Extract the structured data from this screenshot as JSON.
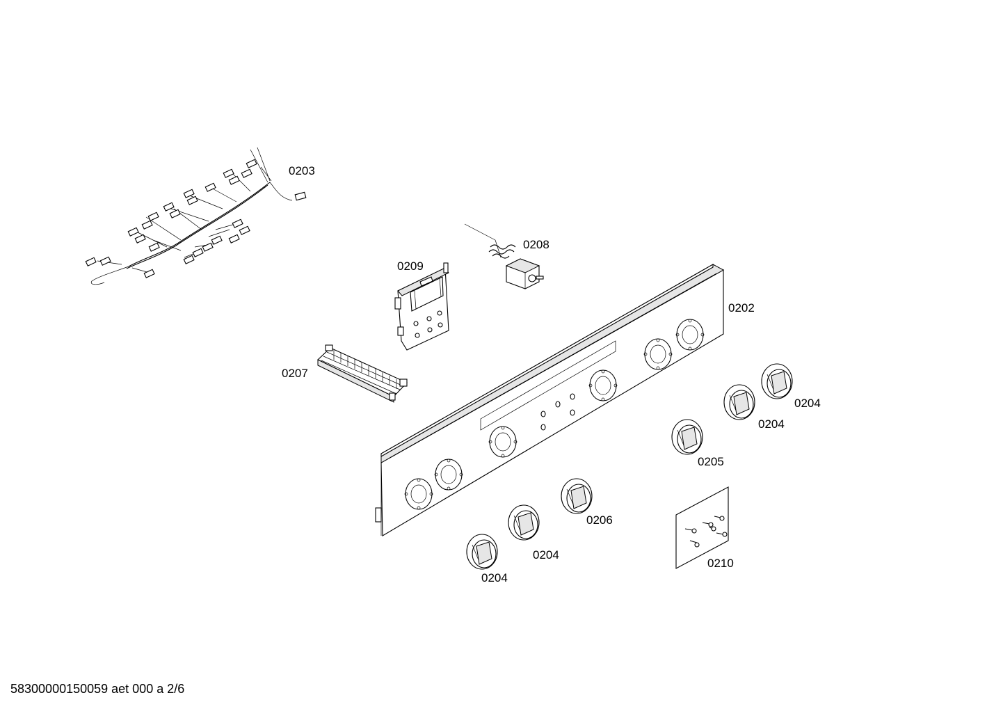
{
  "callouts": {
    "c0202": "0202",
    "c0203": "0203",
    "c0204a": "0204",
    "c0204b": "0204",
    "c0204c": "0204",
    "c0204d": "0204",
    "c0205": "0205",
    "c0206": "0206",
    "c0207": "0207",
    "c0208": "0208",
    "c0209": "0209",
    "c0210": "0210"
  },
  "footer": "58300000150059 aet 000 a 2/6"
}
